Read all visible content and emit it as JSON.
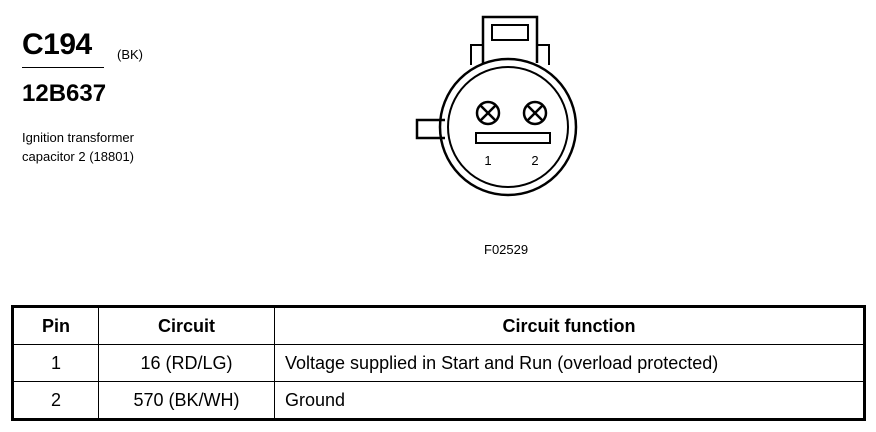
{
  "header": {
    "connector_id": "C194",
    "color_code": "(BK)",
    "part_number": "12B637",
    "description_line1": "Ignition transformer",
    "description_line2": "capacitor 2 (18801)"
  },
  "diagram": {
    "figure_code": "F02529",
    "pin_labels": [
      "1",
      "2"
    ]
  },
  "table": {
    "columns": [
      "Pin",
      "Circuit",
      "Circuit function"
    ],
    "rows": [
      {
        "pin": "1",
        "circuit": "16 (RD/LG)",
        "function": "Voltage supplied in Start and Run (overload protected)"
      },
      {
        "pin": "2",
        "circuit": "570 (BK/WH)",
        "function": "Ground"
      }
    ]
  }
}
